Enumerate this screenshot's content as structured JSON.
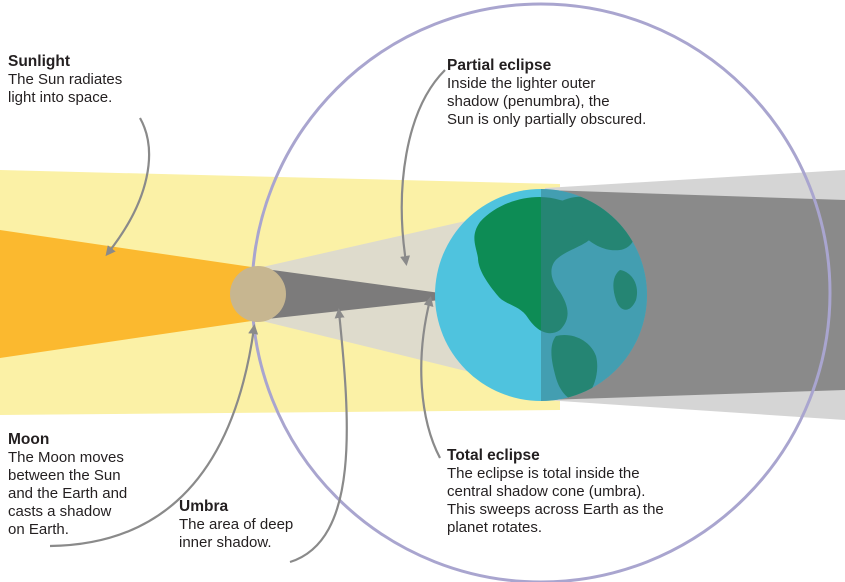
{
  "labels": {
    "sunlight": {
      "title": "Sunlight",
      "text": "The Sun radiates\nlight into space."
    },
    "partial": {
      "title": "Partial eclipse",
      "text": "Inside the lighter outer\nshadow (penumbra), the\nSun is only partially obscured."
    },
    "moon": {
      "title": "Moon",
      "text": "The Moon moves\nbetween the Sun\nand the Earth and\ncasts a shadow\non Earth."
    },
    "umbra": {
      "title": "Umbra",
      "text": "The area of deep\ninner shadow."
    },
    "total": {
      "title": "Total eclipse",
      "text": "The eclipse is total inside the\ncentral shadow cone (umbra).\nThis sweeps across Earth as the\nplanet rotates."
    }
  },
  "colors": {
    "sunlight_band": "#fbf1a6",
    "sunlight_core": "#fbb92f",
    "moon": "#c7b690",
    "penumbra": "#dedbcc",
    "umbra": "#7c7b7b",
    "ocean": "#4fc3de",
    "land": "#0d8c55",
    "earth_shadow": "#8a8a8a",
    "orbit_ring": "#a9a5cf",
    "pointer": "#8a8a8a"
  },
  "icons": [
    "sun-rays",
    "moon",
    "earth-globe"
  ]
}
